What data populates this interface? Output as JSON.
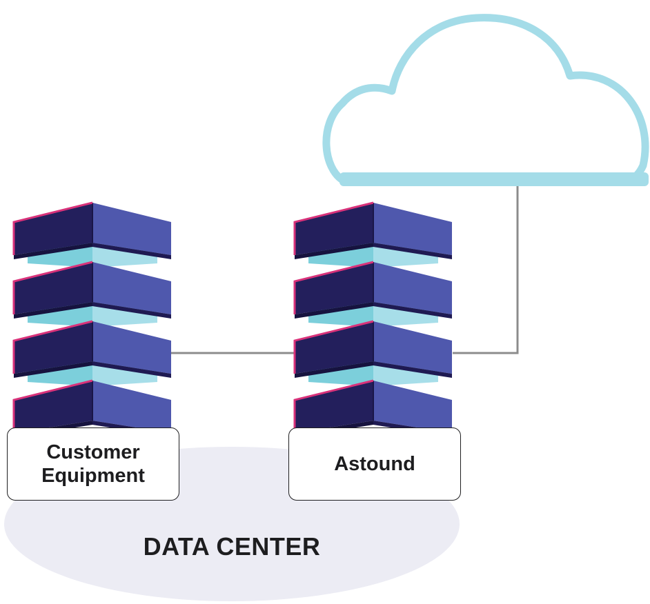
{
  "labels": {
    "customer_equipment": "Customer Equipment",
    "astound": "Astound",
    "data_center": "DATA CENTER"
  },
  "icons": {
    "cloud": "cloud-icon",
    "server": "server-rack-icon"
  },
  "colors": {
    "server_top_dark": "#231f5c",
    "server_top_light": "#4f58ad",
    "server_edge": "#d9327a",
    "spacer_teal": "#7ccfdb",
    "spacer_light": "#a7dee9",
    "cloud_outline": "#a4dce8",
    "connector_line": "#8c8c8c",
    "data_center_area": "#ececf4",
    "text": "#1d1d1f"
  }
}
